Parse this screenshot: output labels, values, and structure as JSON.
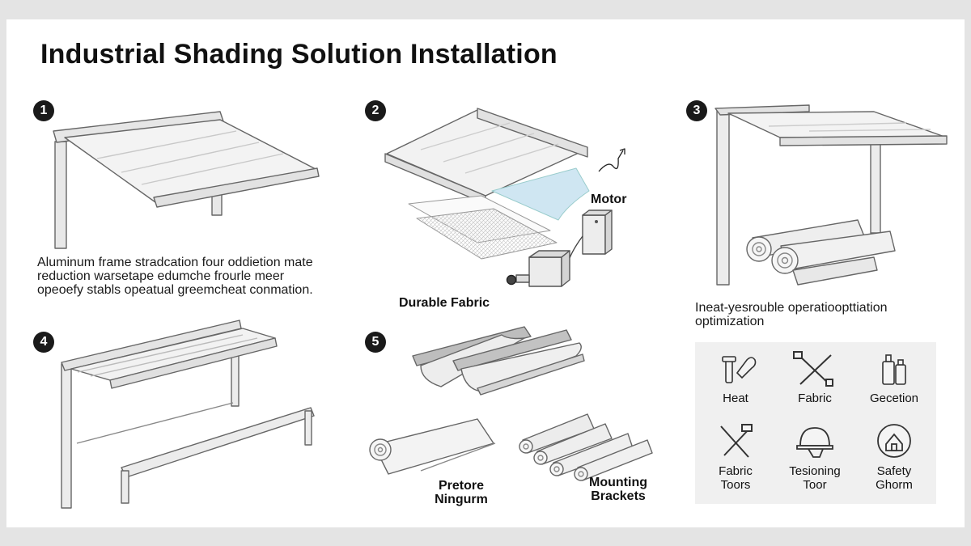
{
  "title": "Industrial Shading Solution Installation",
  "steps": [
    {
      "number": "1",
      "caption": "Aluminum frame stradcation four oddietion mate reduction warsetape edumche frourle meer opeoefy stabls opeatual greemcheat conmation."
    },
    {
      "number": "2",
      "labels": {
        "motor": "Motor",
        "fabric": "Durable Fabric"
      }
    },
    {
      "number": "3",
      "caption": "Ineat-yesrouble operatioopttiation optimization"
    },
    {
      "number": "4"
    },
    {
      "number": "5",
      "labels": {
        "left": "Pretore Ningurm",
        "right": "Mounting Brackets"
      }
    }
  ],
  "tools": [
    {
      "label": "Heat",
      "icon": "heat-gun-icon"
    },
    {
      "label": "Fabric",
      "icon": "crossed-tools-icon"
    },
    {
      "label": "Gecetion",
      "icon": "bottles-icon"
    },
    {
      "label": "Fabric\nToors",
      "icon": "fabric-tools-icon"
    },
    {
      "label": "Tesioning\nToor",
      "icon": "hard-hat-icon"
    },
    {
      "label": "Safety\nGhorm",
      "icon": "safety-shield-icon"
    }
  ]
}
